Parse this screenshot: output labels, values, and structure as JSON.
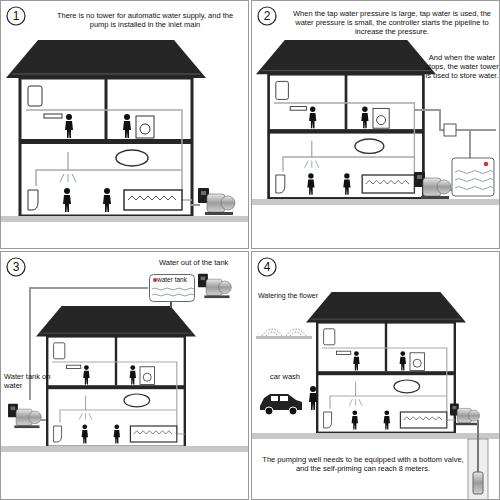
{
  "diagram": {
    "nodes": [
      {
        "text": [
          "There is no tower for automatic water supply, and the pump is installed in the inlet main"
        ]
      },
      {
        "text": [
          "1"
        ],
        "in": 0
      },
      {
        "text": [
          "When the tap water pressure is large, tap water is used, the water pressure is small, the controller starts the pipeline to increase the pressure.",
          "And when the water stops, the water tower is used to store water."
        ]
      },
      {
        "text": [
          "2"
        ],
        "in": 2
      },
      {
        "text": [
          "Water out of the tank",
          "Water tank on water"
        ]
      },
      {
        "text": [
          "3"
        ],
        "in": 4
      },
      {
        "text": [
          "water tank"
        ],
        "in": 4
      },
      {
        "text": [
          "Watering the flower",
          "car wash",
          "The pumping well needs to be equipped with a bottom valve, and the self-priming can reach 8 meters."
        ]
      },
      {
        "text": [
          "4"
        ],
        "in": 7
      }
    ]
  }
}
